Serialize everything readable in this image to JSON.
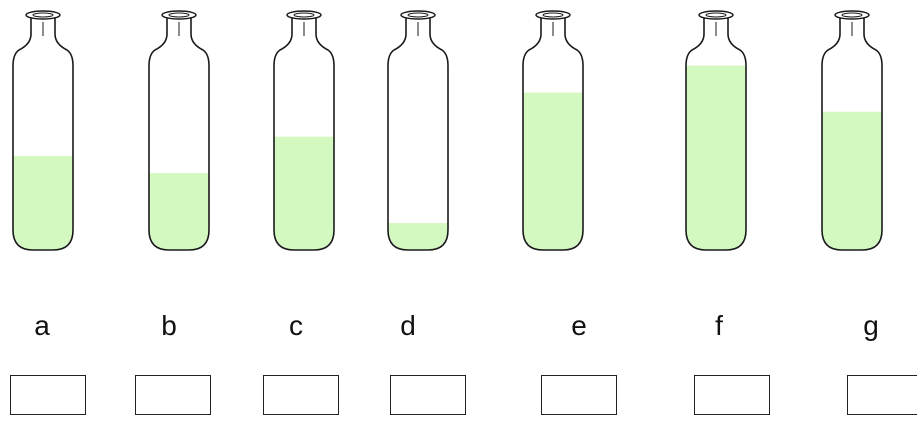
{
  "tubes": [
    {
      "label": "a",
      "fill_level": 0.49
    },
    {
      "label": "b",
      "fill_level": 0.4
    },
    {
      "label": "c",
      "fill_level": 0.59
    },
    {
      "label": "d",
      "fill_level": 0.14
    },
    {
      "label": "e",
      "fill_level": 0.82
    },
    {
      "label": "f",
      "fill_level": 0.96
    },
    {
      "label": "g",
      "fill_level": 0.72
    }
  ],
  "colors": {
    "liquid": "#d3f8c0",
    "outline": "#1a1a1a"
  }
}
